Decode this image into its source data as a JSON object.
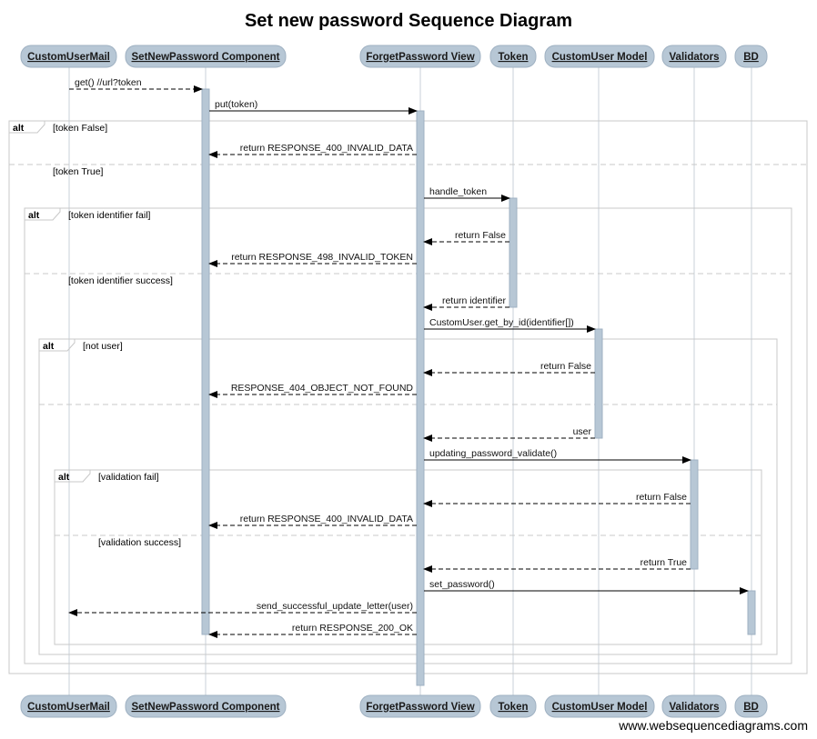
{
  "title": "Set new password Sequence Diagram",
  "footer": "www.websequencediagrams.com",
  "colors": {
    "actor_fill": "#b7c7d5",
    "actor_stroke": "#9fb1c2",
    "frame": "#c8c8c8",
    "lifeline": "#c8d0d8"
  },
  "participants": [
    {
      "id": "mail",
      "label": "CustomUserMail"
    },
    {
      "id": "comp",
      "label": "SetNewPassword Component"
    },
    {
      "id": "view",
      "label": "ForgetPassword View"
    },
    {
      "id": "token",
      "label": "Token"
    },
    {
      "id": "model",
      "label": "CustomUser Model"
    },
    {
      "id": "valid",
      "label": "Validators"
    },
    {
      "id": "bd",
      "label": "BD"
    }
  ],
  "messages": [
    {
      "from": "mail",
      "to": "comp",
      "label": "get() //url?token",
      "dashed": true
    },
    {
      "from": "comp",
      "to": "view",
      "label": "put(token)",
      "dashed": false
    },
    {
      "from": "view",
      "to": "comp",
      "label": "return RESPONSE_400_INVALID_DATA",
      "dashed": true
    },
    {
      "from": "view",
      "to": "token",
      "label": "handle_token",
      "dashed": false
    },
    {
      "from": "token",
      "to": "view",
      "label": "return False",
      "dashed": true
    },
    {
      "from": "view",
      "to": "comp",
      "label": "return RESPONSE_498_INVALID_TOKEN",
      "dashed": true
    },
    {
      "from": "token",
      "to": "view",
      "label": "return identifier",
      "dashed": true
    },
    {
      "from": "view",
      "to": "model",
      "label": "CustomUser.get_by_id(identifier[])",
      "dashed": false
    },
    {
      "from": "model",
      "to": "view",
      "label": "return False",
      "dashed": true
    },
    {
      "from": "view",
      "to": "comp",
      "label": "RESPONSE_404_OBJECT_NOT_FOUND",
      "dashed": true
    },
    {
      "from": "model",
      "to": "view",
      "label": "user",
      "dashed": true
    },
    {
      "from": "view",
      "to": "valid",
      "label": "updating_password_validate()",
      "dashed": false
    },
    {
      "from": "valid",
      "to": "view",
      "label": "return False",
      "dashed": true
    },
    {
      "from": "view",
      "to": "comp",
      "label": "return RESPONSE_400_INVALID_DATA",
      "dashed": true
    },
    {
      "from": "valid",
      "to": "view",
      "label": "return True",
      "dashed": true
    },
    {
      "from": "view",
      "to": "bd",
      "label": "set_password()",
      "dashed": false
    },
    {
      "from": "view",
      "to": "mail",
      "label": "send_successful_update_letter(user)",
      "dashed": true
    },
    {
      "from": "view",
      "to": "comp",
      "label": "return RESPONSE_200_OK",
      "dashed": true
    }
  ],
  "fragments": [
    {
      "operator": "alt",
      "guards": [
        "[token False]",
        "[token True]"
      ]
    },
    {
      "operator": "alt",
      "guards": [
        "[token identifier fail]",
        "[token identifier success]"
      ]
    },
    {
      "operator": "alt",
      "guards": [
        "[not user]",
        ""
      ]
    },
    {
      "operator": "alt",
      "guards": [
        "[validation fail]",
        "[validation success]"
      ]
    }
  ]
}
